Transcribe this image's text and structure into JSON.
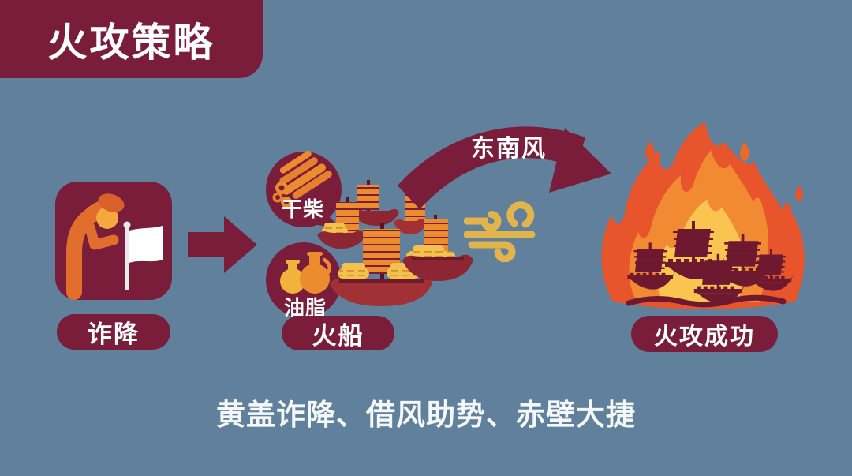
{
  "title": "火攻策略",
  "flow": {
    "step1": {
      "label": "诈降"
    },
    "fuel_badges": [
      {
        "label": "干柴"
      },
      {
        "label": "油脂"
      }
    ],
    "step2": {
      "label": "火船"
    },
    "wind_arrow": {
      "label": "东南风"
    },
    "step3": {
      "label": "火攻成功"
    }
  },
  "caption": "黄盖诈降、借风助势、赤壁大捷",
  "icons": {
    "step1": "bowing-envoy-white-flag-icon",
    "flow": "right-arrow-icon",
    "fuel1": "firewood-bundle-icon",
    "fuel2": "oil-jars-icon",
    "step2": "junk-fireships-icon",
    "wind": "wind-gust-icon",
    "wind_arrow": "curved-southeast-wind-arrow-icon",
    "step3": "burning-fleet-icon"
  },
  "colors": {
    "background": "#60809B",
    "maroon": "#7A1D3B",
    "accent_orange": "#E5812F",
    "sail_orange": "#EC8C2E",
    "firewood_yellow": "#F2C14E",
    "wind_yellow": "#E2B54C",
    "flame_red": "#E8542B",
    "flame_orange": "#F28A33",
    "flame_yellow": "#F9C44F",
    "text_light": "#FFFFFF"
  }
}
